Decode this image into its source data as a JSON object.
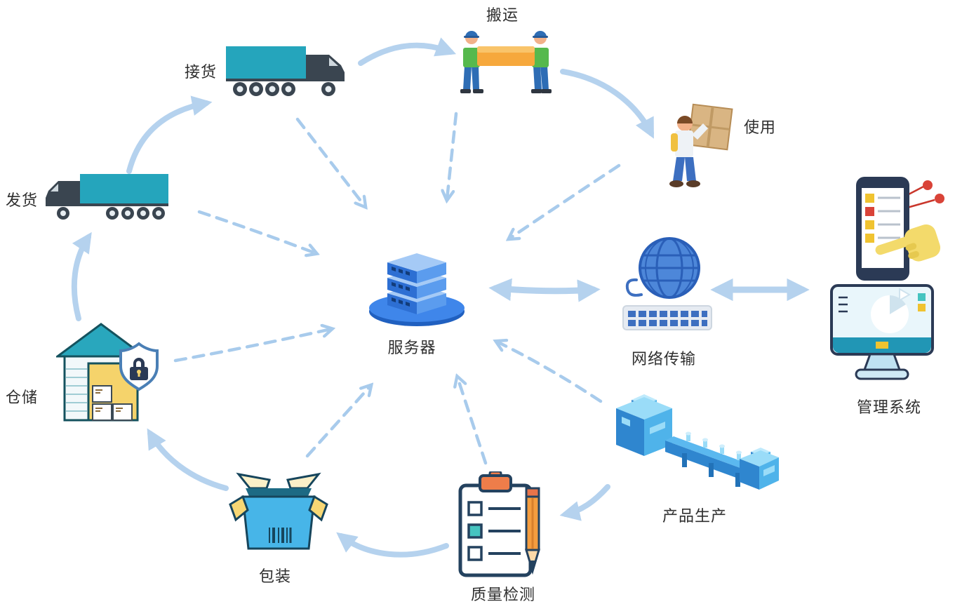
{
  "diagram": {
    "center": {
      "label": "服务器"
    },
    "nodes": {
      "handling": {
        "label": "搬运"
      },
      "receiving": {
        "label": "接货"
      },
      "usage": {
        "label": "使用"
      },
      "shipping": {
        "label": "发货"
      },
      "network": {
        "label": "网络传输"
      },
      "management": {
        "label": "管理系统"
      },
      "warehouse": {
        "label": "仓储"
      },
      "packaging": {
        "label": "包装"
      },
      "quality": {
        "label": "质量检测"
      },
      "production": {
        "label": "产品生产"
      }
    },
    "icons": {
      "receiving": "cargo-truck-right-icon",
      "shipping": "cargo-truck-left-icon",
      "handling": "workers-carrying-icon",
      "usage": "person-carrying-box-icon",
      "center": "server-stack-icon",
      "network": "globe-keyboard-icon",
      "management_top": "phone-touch-icon",
      "management_bottom": "monitor-chart-icon",
      "warehouse": "warehouse-shield-lock-icon",
      "packaging": "open-box-icon",
      "quality": "clipboard-pencil-icon",
      "production": "assembly-line-icon"
    },
    "colors": {
      "solid_arrow": "#b5d2ee",
      "dashed_arrow": "#a8cbec",
      "teal": "#25a5bc",
      "blue": "#3d7fd9",
      "dark_navy": "#2b3a55",
      "yellow": "#f5d36b",
      "orange": "#f6a83c",
      "green": "#56b94d",
      "sky_blue": "#47b5e8",
      "red": "#d94338",
      "label_text": "#2f2f2f",
      "background": "#ffffff"
    }
  }
}
